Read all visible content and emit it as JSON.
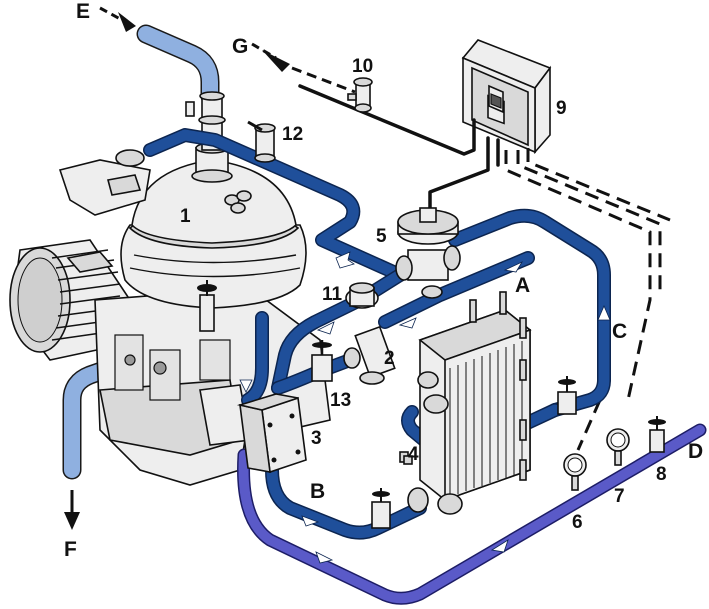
{
  "labels": {
    "E": "E",
    "G": "G",
    "F": "F",
    "A": "A",
    "B": "B",
    "C": "C",
    "D": "D",
    "n1": "1",
    "n2": "2",
    "n3": "3",
    "n4": "4",
    "n5": "5",
    "n6": "6",
    "n7": "7",
    "n8": "8",
    "n9": "9",
    "n10": "10",
    "n11": "11",
    "n12": "12",
    "n13": "13"
  },
  "colors": {
    "pipe_dark_blue": "#1f4f9a",
    "pipe_violet": "#5a5ac8",
    "pipe_light_blue": "#8fb0e0",
    "line_black": "#111111"
  }
}
